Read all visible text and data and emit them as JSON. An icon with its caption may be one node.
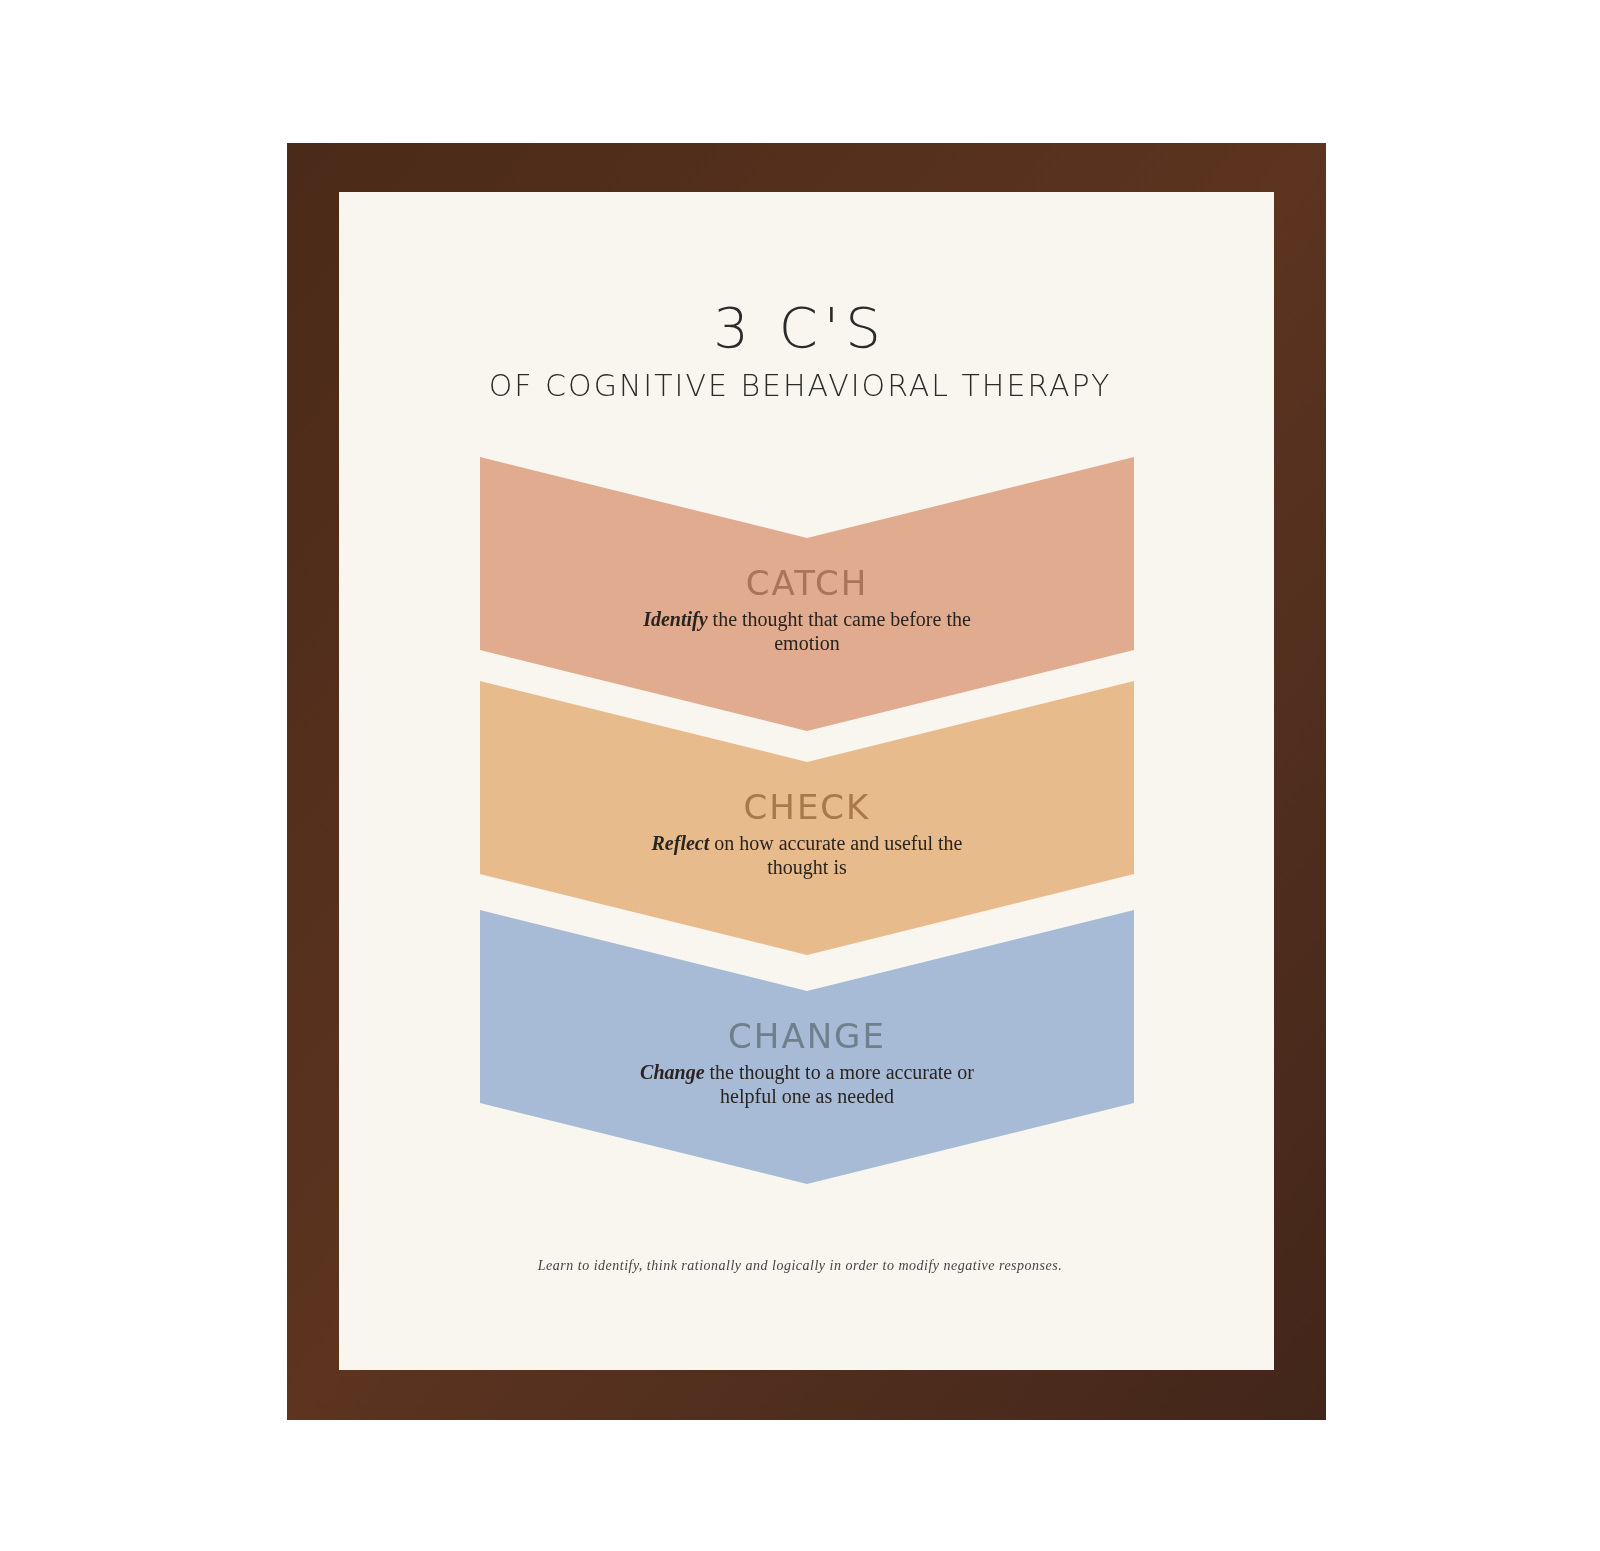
{
  "diagram": {
    "title": "3 C'S",
    "nodes": [
      {
        "text": [
          "CATCH",
          "**Identify** the thought that came before the emotion"
        ]
      },
      {
        "text": [
          "CHECK",
          "**Reflect** on how accurate and useful the thought is"
        ]
      },
      {
        "text": [
          "CHANGE",
          "**Change** the thought to a more accurate or helpful one as needed"
        ]
      }
    ],
    "labels": [
      "OF COGNITIVE BEHAVIORAL THERAPY",
      "Learn to identify, think rationally and logically in order to modify negative responses."
    ]
  }
}
